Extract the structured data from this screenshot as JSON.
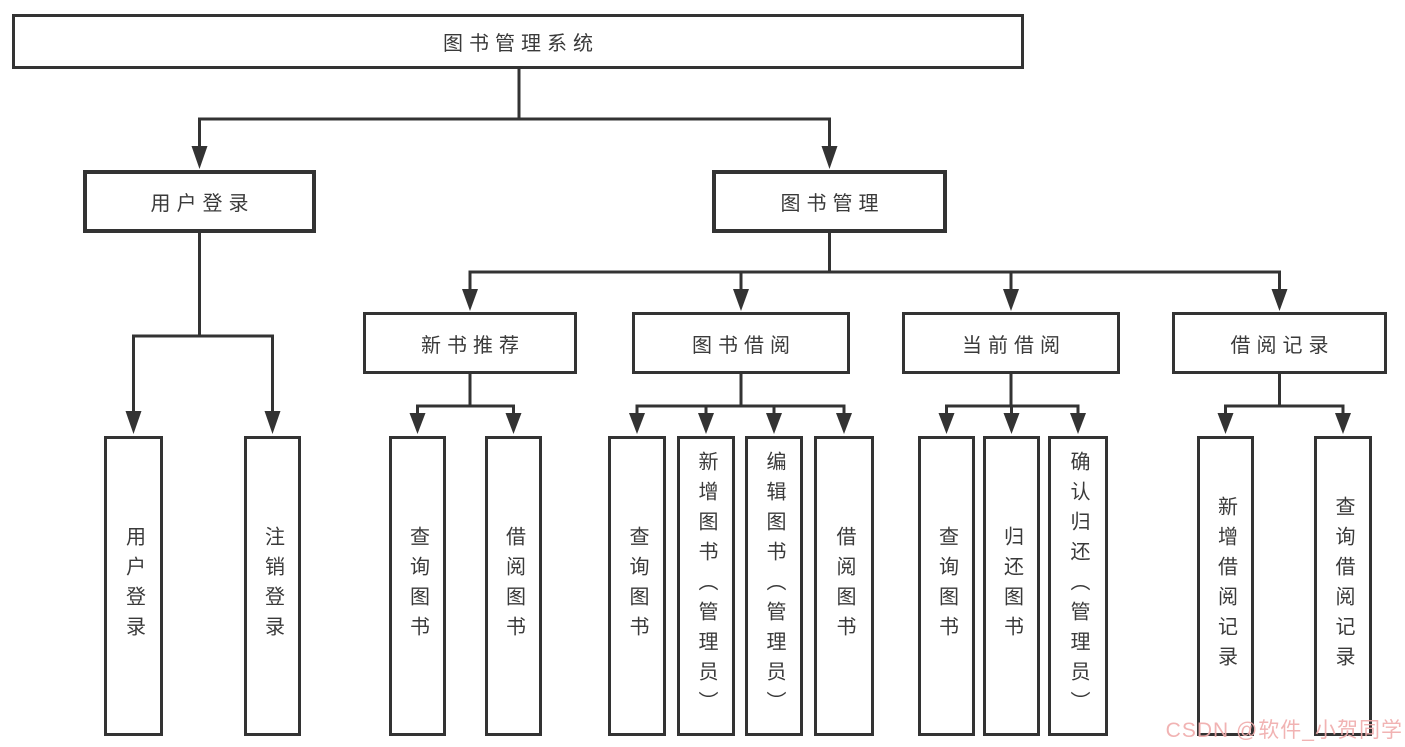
{
  "diagram": {
    "root": {
      "label": "图书管理系统"
    },
    "level2": [
      {
        "label": "用户登录"
      },
      {
        "label": "图书管理"
      }
    ],
    "level3": [
      {
        "label": "新书推荐",
        "parent": "图书管理"
      },
      {
        "label": "图书借阅",
        "parent": "图书管理"
      },
      {
        "label": "当前借阅",
        "parent": "图书管理"
      },
      {
        "label": "借阅记录",
        "parent": "图书管理"
      }
    ],
    "level4": [
      {
        "label": "用户登录",
        "parent": "用户登录"
      },
      {
        "label": "注销登录",
        "parent": "用户登录"
      },
      {
        "label": "查询图书",
        "parent": "新书推荐"
      },
      {
        "label": "借阅图书",
        "parent": "新书推荐"
      },
      {
        "label": "查询图书",
        "parent": "图书借阅"
      },
      {
        "label": "新增图书（管理员）",
        "parent": "图书借阅"
      },
      {
        "label": "编辑图书（管理员）",
        "parent": "图书借阅"
      },
      {
        "label": "借阅图书",
        "parent": "图书借阅"
      },
      {
        "label": "查询图书",
        "parent": "当前借阅"
      },
      {
        "label": "归还图书",
        "parent": "当前借阅"
      },
      {
        "label": "确认归还（管理员）",
        "parent": "当前借阅"
      },
      {
        "label": "新增借阅记录",
        "parent": "借阅记录"
      },
      {
        "label": "查询借阅记录",
        "parent": "借阅记录"
      }
    ]
  },
  "watermark": {
    "text": "CSDN @软件_小贺同学"
  },
  "colors": {
    "line": "#333333",
    "text": "#3a3a3a",
    "box_background": "#ffffff",
    "watermark": "#f0acac"
  }
}
